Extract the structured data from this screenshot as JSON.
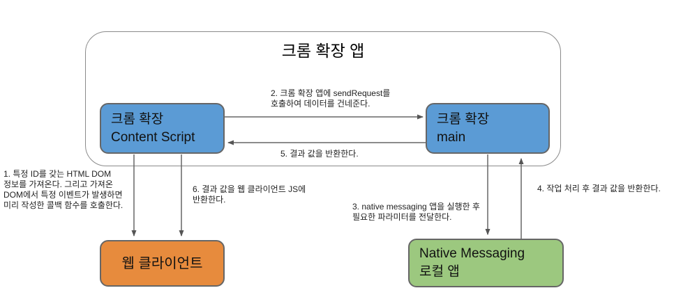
{
  "colors": {
    "node_blue": "#5b9bd5",
    "node_orange": "#e78b3d",
    "node_green": "#9cc87f",
    "box_border": "#666666",
    "arrow": "#666666",
    "container_border": "#8a8a8a"
  },
  "diagram": {
    "container": {
      "title": "크롬 확장 앱"
    },
    "nodes": {
      "content_script": {
        "line1": "크롬 확장",
        "line2": "Content Script"
      },
      "main": {
        "line1": "크롬 확장",
        "line2": "main"
      },
      "web_client": {
        "label": "웹 클라이언트"
      },
      "native_messaging": {
        "line1": "Native Messaging",
        "line2": "로컬 앱"
      }
    },
    "annotations": {
      "step1": {
        "lines": [
          "1. 특정 ID를 갖는 HTML DOM",
          "정보를 가져온다. 그리고 가져온",
          "DOM에서 특정 이벤트가 발생하면",
          "미리 작성한 콜백 함수를 호출한다."
        ]
      },
      "step2": {
        "lines": [
          "2. 크롬 확장 앱에 sendRequest를",
          "호출하여 데이터를 건네준다."
        ]
      },
      "step3": {
        "lines": [
          "3. native messaging 앱을 실행한 후",
          "필요한 파라미터를 전달한다."
        ]
      },
      "step4": {
        "lines": [
          "4. 작업 처리 후 결과 값을 반환한다."
        ]
      },
      "step5": {
        "lines": [
          "5. 결과 값을 반환한다."
        ]
      },
      "step6": {
        "lines": [
          "6. 결과 값을 웹 클라이언트 JS에",
          "반환한다."
        ]
      }
    }
  }
}
